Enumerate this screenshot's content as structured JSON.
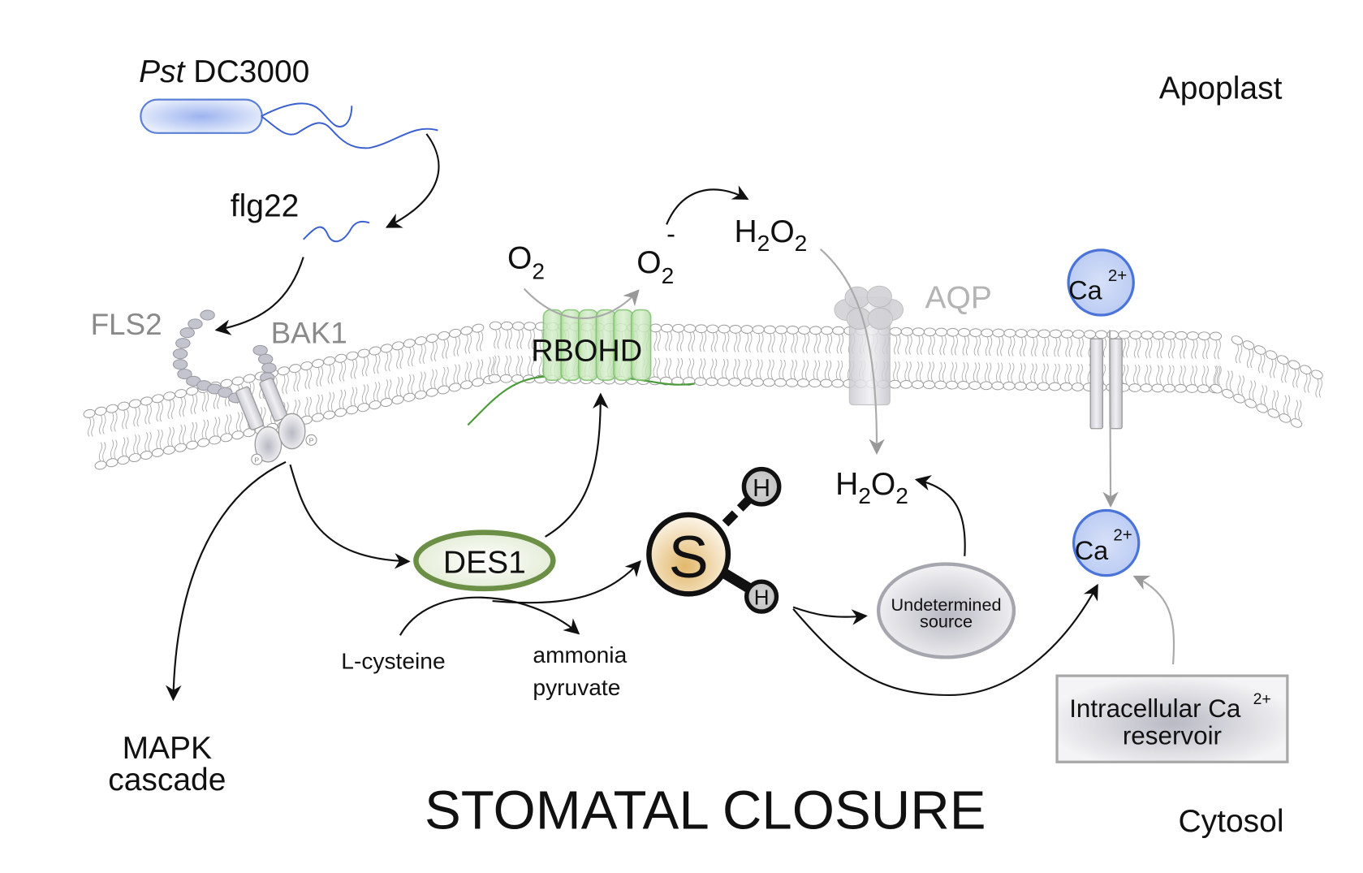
{
  "regions": {
    "apoplast": "Apoplast",
    "cytosol": "Cytosol"
  },
  "pathogen": {
    "name_italic": "Pst",
    "name_rest": " DC3000",
    "elicitor": "flg22"
  },
  "receptors": {
    "fls2": "FLS2",
    "bak1": "BAK1",
    "phospho": "P"
  },
  "rbohd": {
    "label": "RBOHD",
    "substrate": "O",
    "substrate_sub": "2",
    "product": "O",
    "product_sub": "2",
    "product_sup": "-"
  },
  "h2o2_apoplast": {
    "h": "H",
    "sub1": "2",
    "o": "O",
    "sub2": "2"
  },
  "h2o2_cytosol": {
    "h": "H",
    "sub1": "2",
    "o": "O",
    "sub2": "2"
  },
  "aqp": "AQP",
  "calcium_out": {
    "base": "Ca",
    "sup": "2+"
  },
  "calcium_in": {
    "base": "Ca",
    "sup": "2+"
  },
  "des1": "DES1",
  "h2s": {
    "s": "S",
    "h1": "H",
    "h2": "H"
  },
  "substrates": {
    "l_cysteine": "L-cysteine",
    "ammonia": "ammonia",
    "pyruvate": "pyruvate"
  },
  "undetermined": {
    "line1": "Undetermined",
    "line2": "source"
  },
  "reservoir": {
    "line1": "Intracellular Ca",
    "sup": "2+",
    "line2": "reservoir"
  },
  "mapk": {
    "line1": "MAPK",
    "line2": "cascade"
  },
  "outcome": "STOMATAL CLOSURE",
  "colors": {
    "bacterium": "#5b7fd6",
    "flagellum": "#3a5fd0",
    "rbohd_green": "#5aa04a",
    "des1_green": "#6a8f45",
    "calcium_blue": "#4b74d8",
    "calcium_fill": "#c8d6f6",
    "sulfur_fill": "#e8c98e",
    "membrane_gray": "#9a9a9a"
  }
}
